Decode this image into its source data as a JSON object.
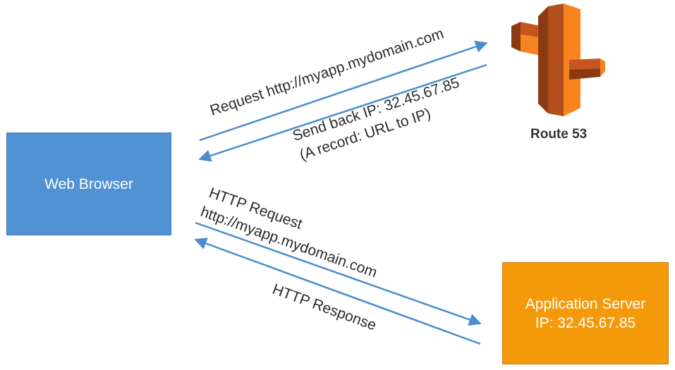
{
  "nodes": {
    "browser": {
      "label": "Web Browser"
    },
    "route53": {
      "label": "Route 53"
    },
    "server": {
      "line1": "Application Server",
      "line2": "IP: 32.45.67.85"
    }
  },
  "edges": {
    "dns_request": "Request http://myapp.mydomain.com",
    "dns_response_line1": "Send back IP: 32.45.67.85",
    "dns_response_line2": "(A record: URL to IP)",
    "http_request_line1": "HTTP Request",
    "http_request_line2": "http://myapp.mydomain.com",
    "http_response": "HTTP Response"
  },
  "colors": {
    "arrow": "#4a8ccf",
    "browser_fill": "#5192d3",
    "server_fill": "#f49a0a",
    "route53_orange": "#f7841f",
    "route53_dark": "#b2501d"
  },
  "icons": {
    "route53": "route53-icon"
  }
}
